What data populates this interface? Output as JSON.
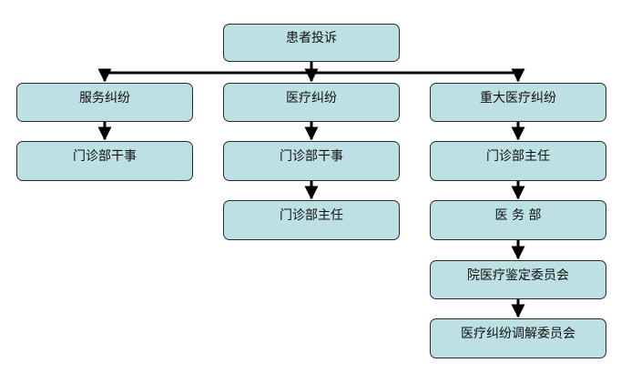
{
  "nodes": {
    "root": "患者投诉",
    "service_dispute": "服务纠纷",
    "medical_dispute": "医疗纠纷",
    "major_medical_dispute": "重大医疗纠纷",
    "service_clinic_officer": "门诊部干事",
    "medical_clinic_officer": "门诊部干事",
    "medical_clinic_director": "门诊部主任",
    "major_clinic_director": "门诊部主任",
    "major_medical_affairs": "医 务 部",
    "major_appraisal_committee": "院医疗鉴定委员会",
    "major_mediation_committee": "医疗纠纷调解委员会"
  },
  "colors": {
    "box_fill": "#bde0e4",
    "box_border": "#2b2b2b",
    "connector": "#000000"
  }
}
